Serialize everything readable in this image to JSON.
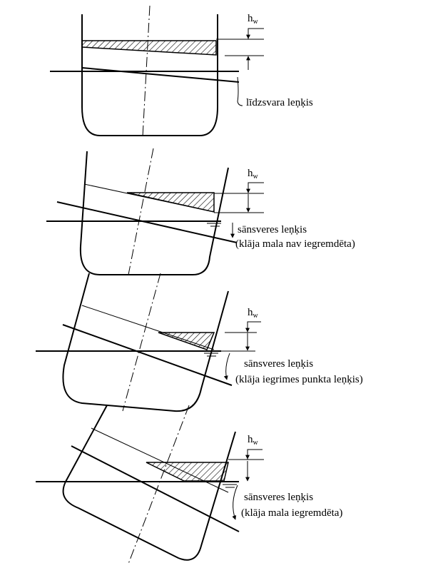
{
  "panels": [
    {
      "hw_label": "h",
      "hw_sub": "w",
      "caption_1": "līdzsvara leņķis",
      "caption_2": ""
    },
    {
      "hw_label": "h",
      "hw_sub": "w",
      "caption_1": "sānsveres leņķis",
      "caption_2": "(klāja mala nav iegremdēta)"
    },
    {
      "hw_label": "h",
      "hw_sub": "w",
      "caption_1": "sānsveres leņķis",
      "caption_2": "(klāja iegrimes punkta leņķis)"
    },
    {
      "hw_label": "h",
      "hw_sub": "w",
      "caption_1": "sānsveres leņķis",
      "caption_2": "(klāja mala iegremdēta)"
    }
  ]
}
